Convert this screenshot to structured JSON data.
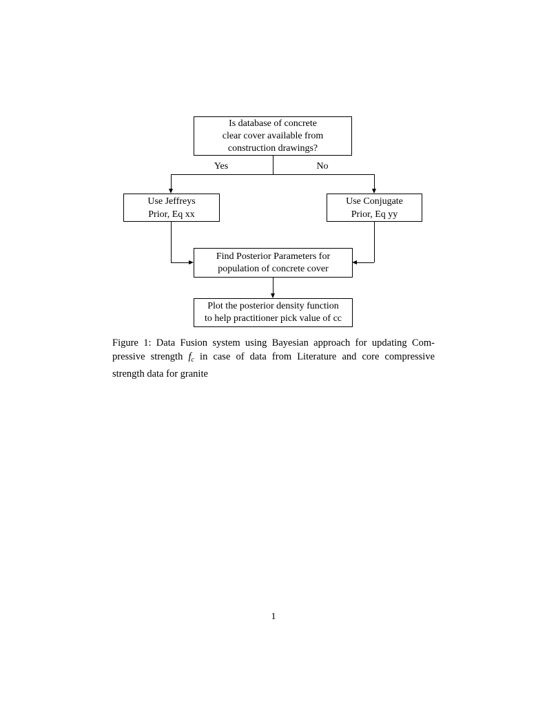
{
  "page": {
    "number": "1"
  },
  "colors": {
    "ink": "#000000",
    "paper": "#ffffff"
  },
  "flowchart": {
    "decision": {
      "line1": "Is database of concrete",
      "line2": "clear cover available from",
      "line3": "construction drawings?"
    },
    "branch_yes": "Yes",
    "branch_no": "No",
    "jeffreys": {
      "line1": "Use Jeffreys",
      "line2": "Prior, Eq xx"
    },
    "conjugate": {
      "line1": "Use Conjugate",
      "line2": "Prior, Eq yy"
    },
    "posterior": {
      "line1": "Find Posterior Parameters for",
      "line2": "population of concrete cover"
    },
    "plot": {
      "line1": "Plot the posterior density function",
      "line2": "to help practitioner pick value of cc"
    }
  },
  "caption": {
    "line1": "Figure 1: Data Fusion system using Bayesian approach for updating Com-",
    "line2_pre": "pressive strength",
    "math_var": "f",
    "math_sub": "c",
    "line2_post": "in case of data from Literature and core compressive",
    "line3": "strength data for granite"
  }
}
